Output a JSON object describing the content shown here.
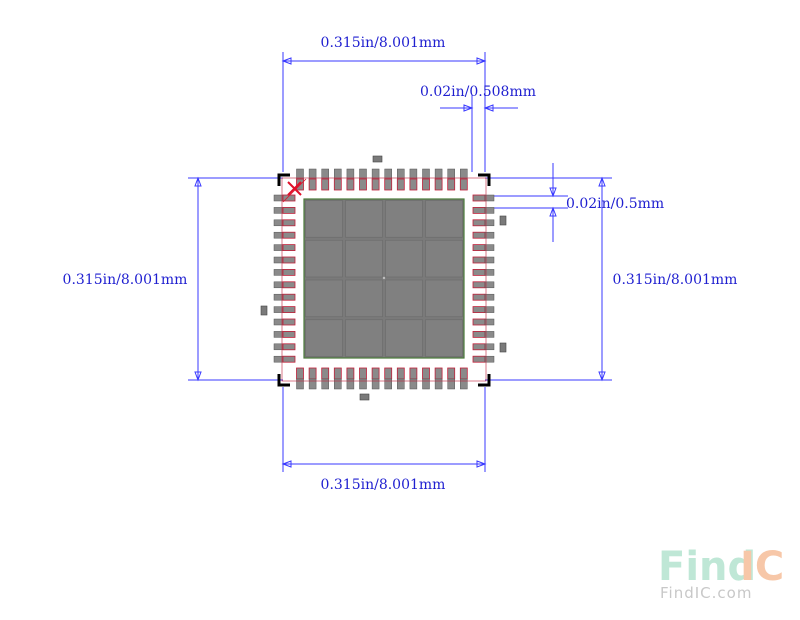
{
  "dimensions": {
    "top_width": "0.315in/8.001mm",
    "pad_width": "0.02in/0.508mm",
    "pitch": "0.02in/0.5mm",
    "left_height": "0.315in/8.001mm",
    "right_height": "0.315in/8.001mm",
    "bottom_width": "0.315in/8.001mm"
  },
  "watermark": {
    "find": "Find",
    "ic": "IC",
    "url": "FindIC.com"
  },
  "colors": {
    "dimension_line": "#3a3aff",
    "pad_fill": "#8a8a8a",
    "pad_outline": "#c0203a",
    "thermal_pad": "#7a7a7a",
    "corner_marker": "#000000",
    "pin1_marker": "#e0102a",
    "watermark_find": "#bfe7d6",
    "watermark_ic": "#f7c7a8"
  },
  "package": {
    "pins_per_side": 14
  }
}
